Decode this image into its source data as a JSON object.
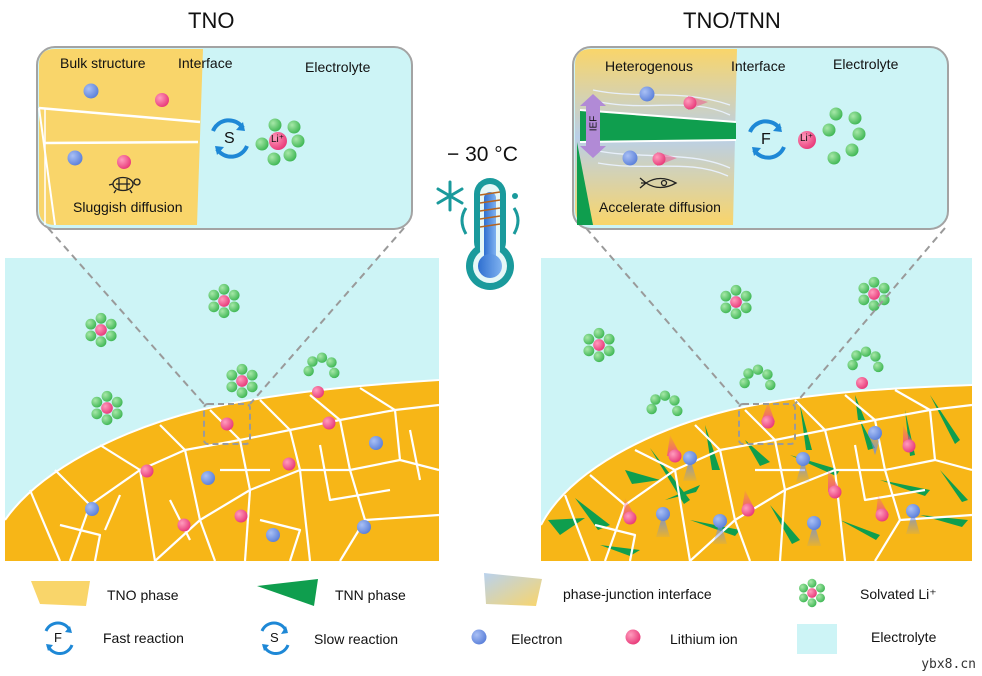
{
  "titles": {
    "left": "TNO",
    "right": "TNO/TNN"
  },
  "temperature": "− 30 °C",
  "left_inset": {
    "bulk": "Bulk structure",
    "interface": "Interface",
    "electrolyte": "Electrolyte",
    "reaction": "S",
    "ion": "Li⁺",
    "caption": "Sluggish diffusion"
  },
  "right_inset": {
    "bulk": "Heterogenous",
    "interface": "Interface",
    "electrolyte": "Electrolyte",
    "reaction": "F",
    "ion": "Li⁺",
    "field": "IEF",
    "caption": "Accelerate diffusion"
  },
  "legend": {
    "tno": "TNO phase",
    "tnn": "TNN phase",
    "junction": "phase-junction interface",
    "solvated": "Solvated Li⁺",
    "fast_symbol": "F",
    "fast": "Fast reaction",
    "slow_symbol": "S",
    "slow": "Slow reaction",
    "electron": "Electron",
    "lithium": "Lithium ion",
    "electrolyte": "Electrolyte"
  },
  "watermark": "ybx8.cn",
  "colors": {
    "tno": "#f7b617",
    "tno_light": "#f9d56a",
    "tnn": "#0f9e4e",
    "electrolyte": "#cdf4f6",
    "electron": "#6b8ee6",
    "lithium": "#ef4f8a",
    "solvent": "#5cc86a",
    "reaction": "#1e88d6"
  }
}
